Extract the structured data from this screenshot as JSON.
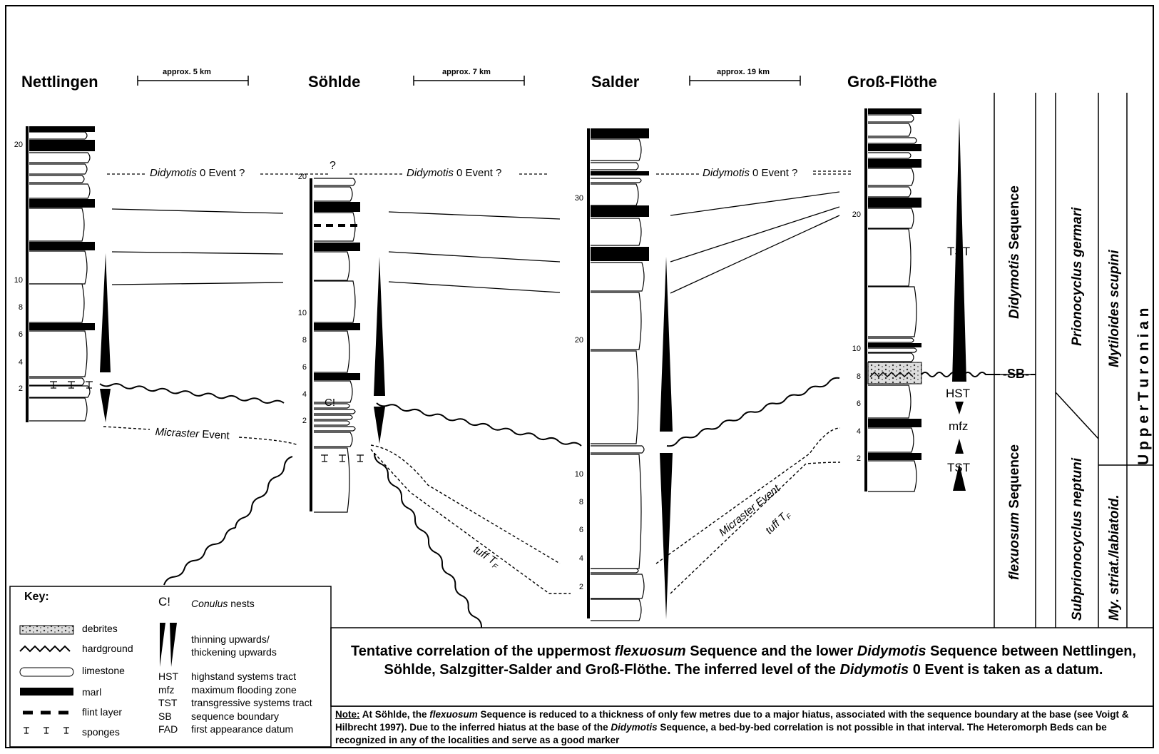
{
  "sections": [
    {
      "name": "Nettlingen",
      "ticks": [
        "20",
        "10",
        "8",
        "6",
        "4",
        "2"
      ]
    },
    {
      "name": "Söhlde",
      "ticks": [
        "20",
        "10",
        "8",
        "6",
        "4",
        "2"
      ]
    },
    {
      "name": "Salder",
      "ticks": [
        "30",
        "20",
        "10",
        "8",
        "6",
        "4",
        "2"
      ]
    },
    {
      "name": "Groß-Flöthe",
      "ticks": [
        "20",
        "10",
        "8",
        "6",
        "4",
        "2"
      ]
    }
  ],
  "distances": [
    "approx. 5 km",
    "approx. 7 km",
    "approx. 19 km"
  ],
  "events": {
    "didymotis_italic": "Didymotis",
    "didymotis_rest": " 0 Event ?",
    "question": "?",
    "micraster_italic": "Micraster",
    "micraster_rest": " Event",
    "micraster_gf": "Micraster Event",
    "tuff_left": "tuff T",
    "tuff_right": "tuff T",
    "tuff_sub": "F"
  },
  "systems_tracts": {
    "tst_top": "TST",
    "sb": "SB",
    "hst": "HST",
    "mfz": "mfz",
    "tst_bottom": "TST"
  },
  "sequences": {
    "upper_italic": "Didymotis",
    "upper_rest": " Sequence",
    "lower_italic": "flexuosum",
    "lower_rest": " Sequence"
  },
  "zones": {
    "prionocyclus": "Prionocyclus germari",
    "subprionocyclus": "Subprionocyclus neptuni",
    "mytiloides": "Mytiloides scupini",
    "my_striat": "My. striat./labiatoid.",
    "stage": "U p p e r  T u r o n i a n"
  },
  "key": {
    "title": "Key:",
    "items": [
      "debrites",
      "hardground",
      "limestone",
      "marl",
      "flint layer",
      "sponges"
    ],
    "conulus_symbol": "C!",
    "conulus_label": "Conulus",
    "conulus_rest": " nests",
    "wedge_label_1": "thinning upwards/",
    "wedge_label_2": "thickening upwards",
    "abbreviations": [
      {
        "abbr": "HST",
        "text": "highstand systems tract"
      },
      {
        "abbr": "mfz",
        "text": "maximum flooding zone"
      },
      {
        "abbr": "TST",
        "text": "transgressive systems tract"
      },
      {
        "abbr": "SB",
        "text": "sequence boundary"
      },
      {
        "abbr": "FAD",
        "text": "first appearance datum"
      }
    ]
  },
  "caption": {
    "p1": "Tentative correlation of the uppermost ",
    "i1": "flexuosum",
    "p2": " Sequence and the lower ",
    "i2": "Didymotis",
    "p3": " Sequence between Nettlingen, Söhlde, Salzgitter-Salder and Groß-Flöthe. The inferred level of the ",
    "i3": "Didymotis",
    "p4": " 0 Event is taken as a datum."
  },
  "note": {
    "label": "Note:",
    "p1": " At Söhlde, the ",
    "i1": "flexuosum",
    "p2": " Sequence is reduced to a thickness of only few metres due to a major hiatus, associated with the sequence boundary at the base (see Voigt & Hilbrecht 1997). Due to the inferred hiatus at the base of the ",
    "i2": "Didymotis",
    "p3": " Sequence, a bed-by-bed correlation is not possible in that interval. The Heteromorph Beds can be recognized in any of the localities and serve as a good marker"
  }
}
